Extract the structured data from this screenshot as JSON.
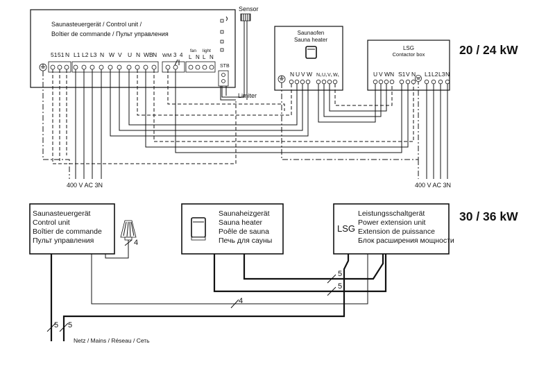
{
  "section_a": {
    "power_label": "20 / 24 kW",
    "control_unit": {
      "title_line1": "Saunasteuergerät / Control unit /",
      "title_line2": "Boîtier de commande / Пульт управления",
      "terminals_main": [
        "51",
        "51",
        "N",
        "L1",
        "L2",
        "L3",
        "N",
        "W",
        "V",
        "U",
        "N",
        "WB",
        "N"
      ],
      "terminal_wm": "WM",
      "terminal_3": "3",
      "terminal_4": "4",
      "fan_label": "fan",
      "light_label": "light",
      "fan_light_terminals": [
        "L",
        "N",
        "L",
        "N"
      ],
      "stb_label": "STB"
    },
    "sensor_label": "Sensor",
    "limiter_label": "Limiter",
    "sauna_heater": {
      "title_line1": "Saunaofen",
      "title_line2": "Sauna heater",
      "terminals": [
        "N",
        "U",
        "V",
        "W"
      ],
      "terminals_right": [
        "N₁",
        "U₁",
        "V₁",
        "W₁"
      ]
    },
    "contactor_box": {
      "title_line1": "LSG",
      "title_line2": "Contactor box",
      "terminals_left": [
        "U",
        "V",
        "W",
        "N",
        "S1",
        "V",
        "N"
      ],
      "terminals_right": [
        "L1",
        "L2",
        "L3",
        "N"
      ]
    },
    "supply_left": "400 V AC 3N",
    "supply_right": "400 V AC 3N"
  },
  "section_b": {
    "power_label": "30 / 36 kW",
    "control_unit": {
      "lines": [
        "Saunasteuergerät",
        "Control unit",
        "Boîtier de commande",
        "Пульт управления"
      ]
    },
    "sensor_cable_count": "4",
    "sauna_heater": {
      "lines": [
        "Saunaheizgerät",
        "Sauna heater",
        "Poêle de sauna",
        "Печь для сауны"
      ]
    },
    "power_extension_unit": {
      "abbr": "LSG",
      "lines": [
        "Leistungsschaltgerät",
        "Power extension unit",
        "Extension de puissance",
        "Блок расширения мощности"
      ]
    },
    "cable_counts": {
      "heater_cable_1": "5",
      "heater_cable_2": "5",
      "control_link": "4",
      "mains_left": "5",
      "mains_right": "5"
    },
    "mains_label": "Netz / Mains / Réseau / Сеть"
  }
}
